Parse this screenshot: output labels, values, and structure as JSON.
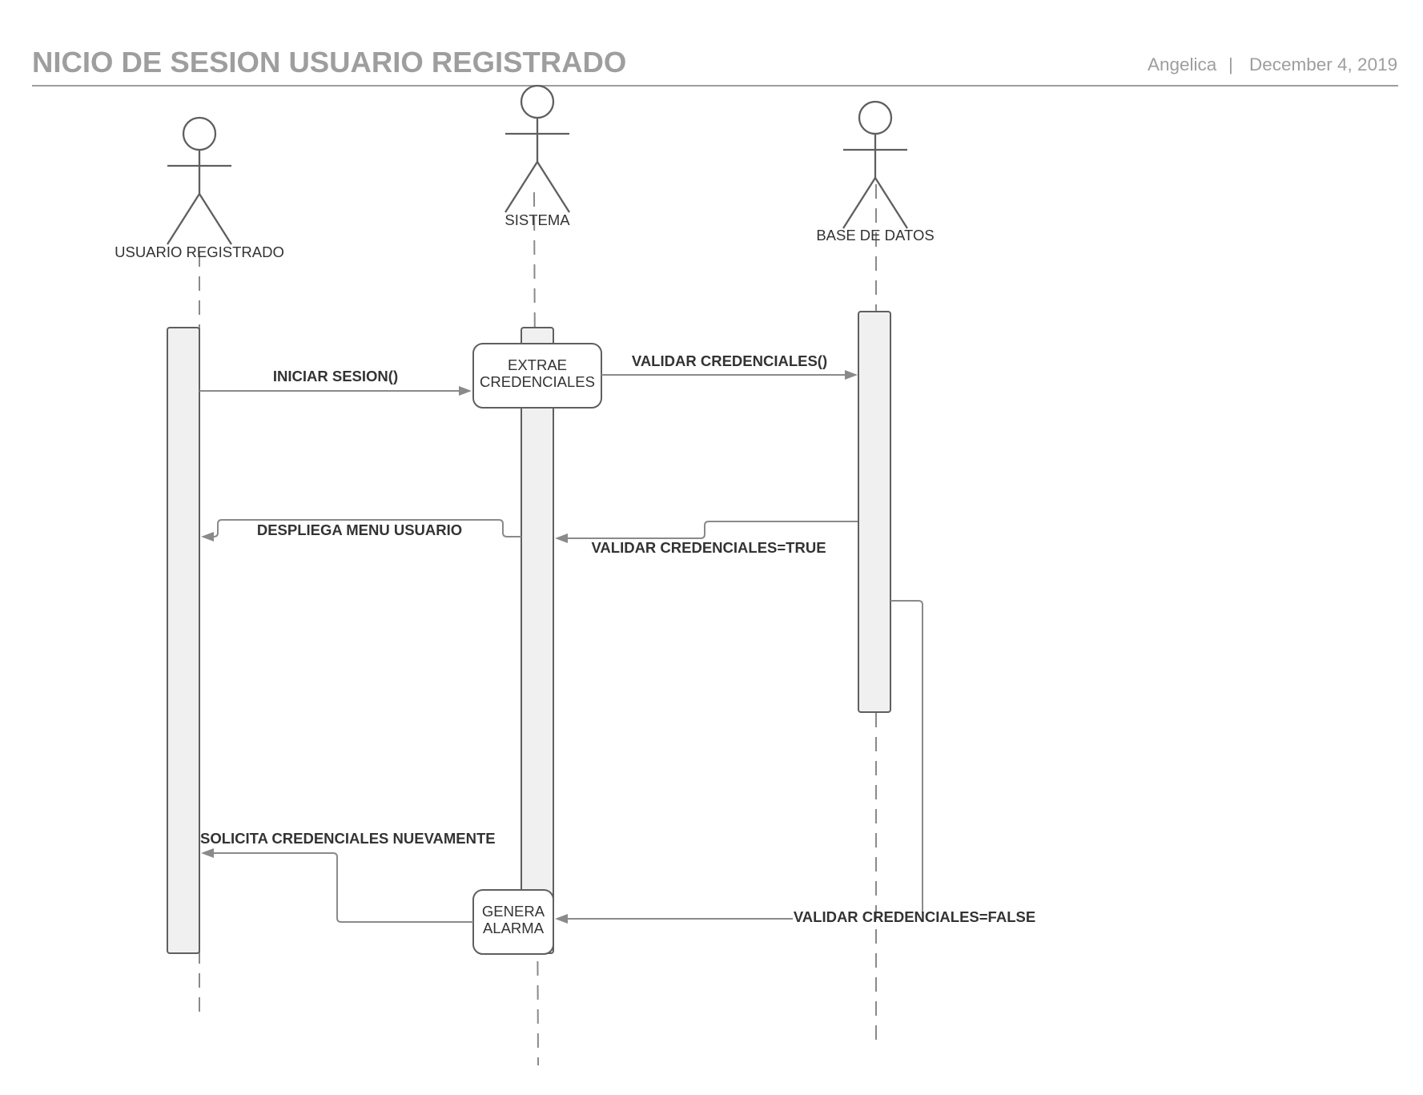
{
  "header": {
    "title": "NICIO DE SESION USUARIO REGISTRADO",
    "author": "Angelica",
    "separator": "|",
    "date": "December 4, 2019"
  },
  "actors": [
    {
      "id": "usuario",
      "label": "USUARIO REGISTRADO",
      "icon": "stick-figure-icon"
    },
    {
      "id": "sistema",
      "label": "SISTEMA",
      "icon": "stick-figure-icon"
    },
    {
      "id": "base",
      "label": "BASE DE DATOS",
      "icon": "stick-figure-icon"
    }
  ],
  "process_boxes": {
    "extrae": {
      "line1": "EXTRAE",
      "line2": "CREDENCIALES"
    },
    "alarma": {
      "line1": "GENERA",
      "line2": "ALARMA"
    }
  },
  "messages": {
    "iniciar_sesion": {
      "label": "INICIAR SESION()",
      "from": "USUARIO REGISTRADO",
      "to": "SISTEMA"
    },
    "validar_credenciales": {
      "label": "VALIDAR CREDENCIALES()",
      "from": "SISTEMA",
      "to": "BASE DE DATOS"
    },
    "validar_true": {
      "label": "VALIDAR CREDENCIALES=TRUE",
      "from": "BASE DE DATOS",
      "to": "SISTEMA"
    },
    "despliega_menu": {
      "label": "DESPLIEGA MENU USUARIO",
      "from": "SISTEMA",
      "to": "USUARIO REGISTRADO"
    },
    "validar_false": {
      "label": "VALIDAR  CREDENCIALES=FALSE",
      "from": "BASE DE DATOS",
      "to": "SISTEMA"
    },
    "solicita_credenciales": {
      "label": "SOLICITA  CREDENCIALES NUEVAMENTE",
      "from": "SISTEMA",
      "to": "USUARIO REGISTRADO"
    }
  },
  "colors": {
    "title": "#9e9e9e",
    "stroke": "#5f5f5f",
    "connector": "#8a8a8a",
    "activation_fill": "#f0f0f0",
    "text": "#333333"
  }
}
